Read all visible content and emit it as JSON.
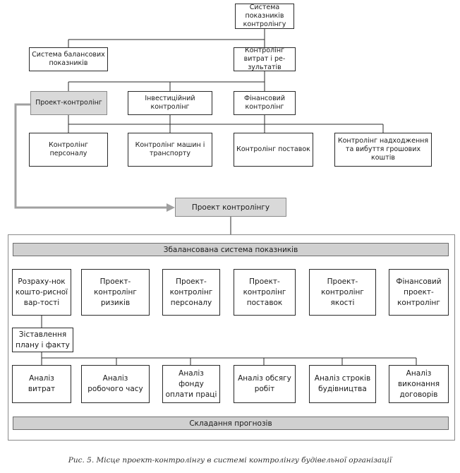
{
  "top": {
    "root": "Система показників контролінгу",
    "balanced": "Система балансових показників",
    "cost_results": "Контролінг витрат і ре-зультатів",
    "project": "Проект-контролінг",
    "investment": "Інвестиційний контролінг",
    "financial": "Фінансовий контролінг",
    "personnel": "Контролінг персоналу",
    "machines": "Контролінг машин і транспорту",
    "supplies": "Контролінг поставок",
    "cash": "Контролінг надходження та вибуття грошових коштів"
  },
  "project_controlling": "Проект контролінгу",
  "balanced_band": "Збалансована система показників",
  "row1": {
    "calc": "Розраху-нок кошто-рисної вар-тості",
    "risks": "Проект-контролінг ризиків",
    "personnel": "Проект-контролінг персоналу",
    "supplies": "Проект-контролінг поставок",
    "quality": "Проект-контролінг якості",
    "financial": "Фінансовий проект-контролінг"
  },
  "compare": "Зіставлення плану і факту",
  "row2": {
    "costs": "Аналіз витрат",
    "worktime": "Аналіз робочого часу",
    "wagefund": "Аналіз фонду оплати праці",
    "volume": "Аналіз обсягу робіт",
    "terms": "Аналіз строків будівництва",
    "contracts": "Аналіз виконання договорів"
  },
  "forecast_band": "Складання прогнозів",
  "caption": "Рис. 5. Місце проект-контролінгу в системі контролінгу будівельної організації"
}
